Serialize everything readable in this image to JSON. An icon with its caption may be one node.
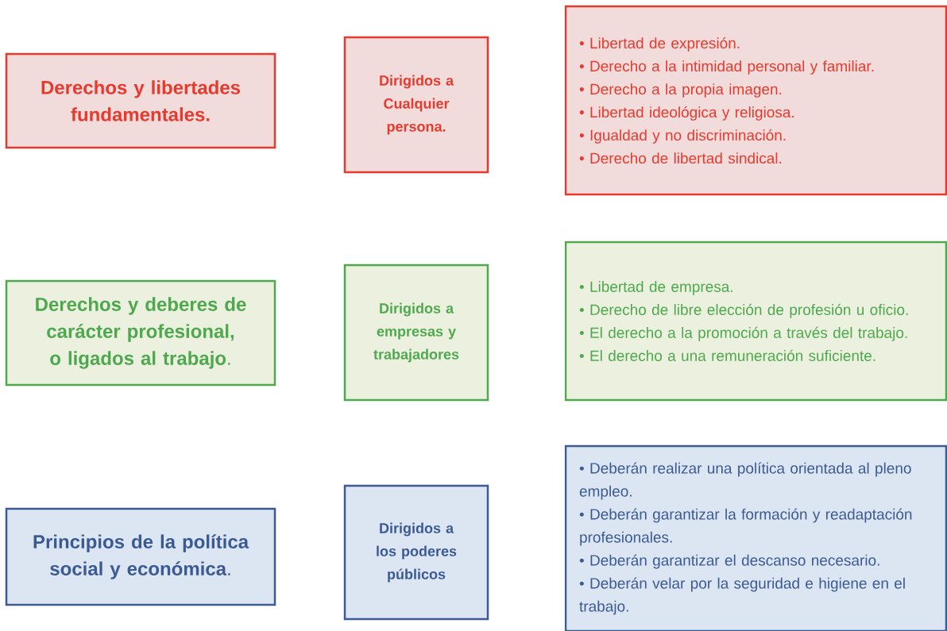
{
  "diagram": {
    "nodes": [
      {
        "text": [
          "Derechos y libertades fundamentales."
        ]
      },
      {
        "text": [
          "Dirigidos a Cualquier persona."
        ]
      },
      {
        "text": [
          "• Libertad de expresión.",
          "• Derecho a la intimidad personal y familiar.",
          "• Derecho a la propia imagen.",
          "• Libertad ideológica y religiosa.",
          "• Igualdad y no discriminación.",
          "• Derecho de libertad sindical."
        ]
      },
      {
        "text": [
          "**Derechos y deberes de carácter profesional, o ligados al trabajo**."
        ]
      },
      {
        "text": [
          "Dirigidos a empresas y trabajadores"
        ]
      },
      {
        "text": [
          "• Libertad de empresa.",
          "• Derecho de libre elección de profesión u oficio.",
          "• El derecho a la promoción a través del trabajo.",
          "• El derecho a una remuneración suficiente."
        ]
      },
      {
        "text": [
          "**Principios de la política social y económica**."
        ]
      },
      {
        "text": [
          "Dirigidos a los poderes públicos"
        ]
      },
      {
        "text": [
          "• Deberán realizar una política orientada al pleno empleo.",
          "• Deberán garantizar la formación y readaptación profesionales.",
          "• Deberán garantizar el descanso necesario.",
          "• Deberán velar por la seguridad e higiene en el trabajo."
        ]
      }
    ]
  }
}
